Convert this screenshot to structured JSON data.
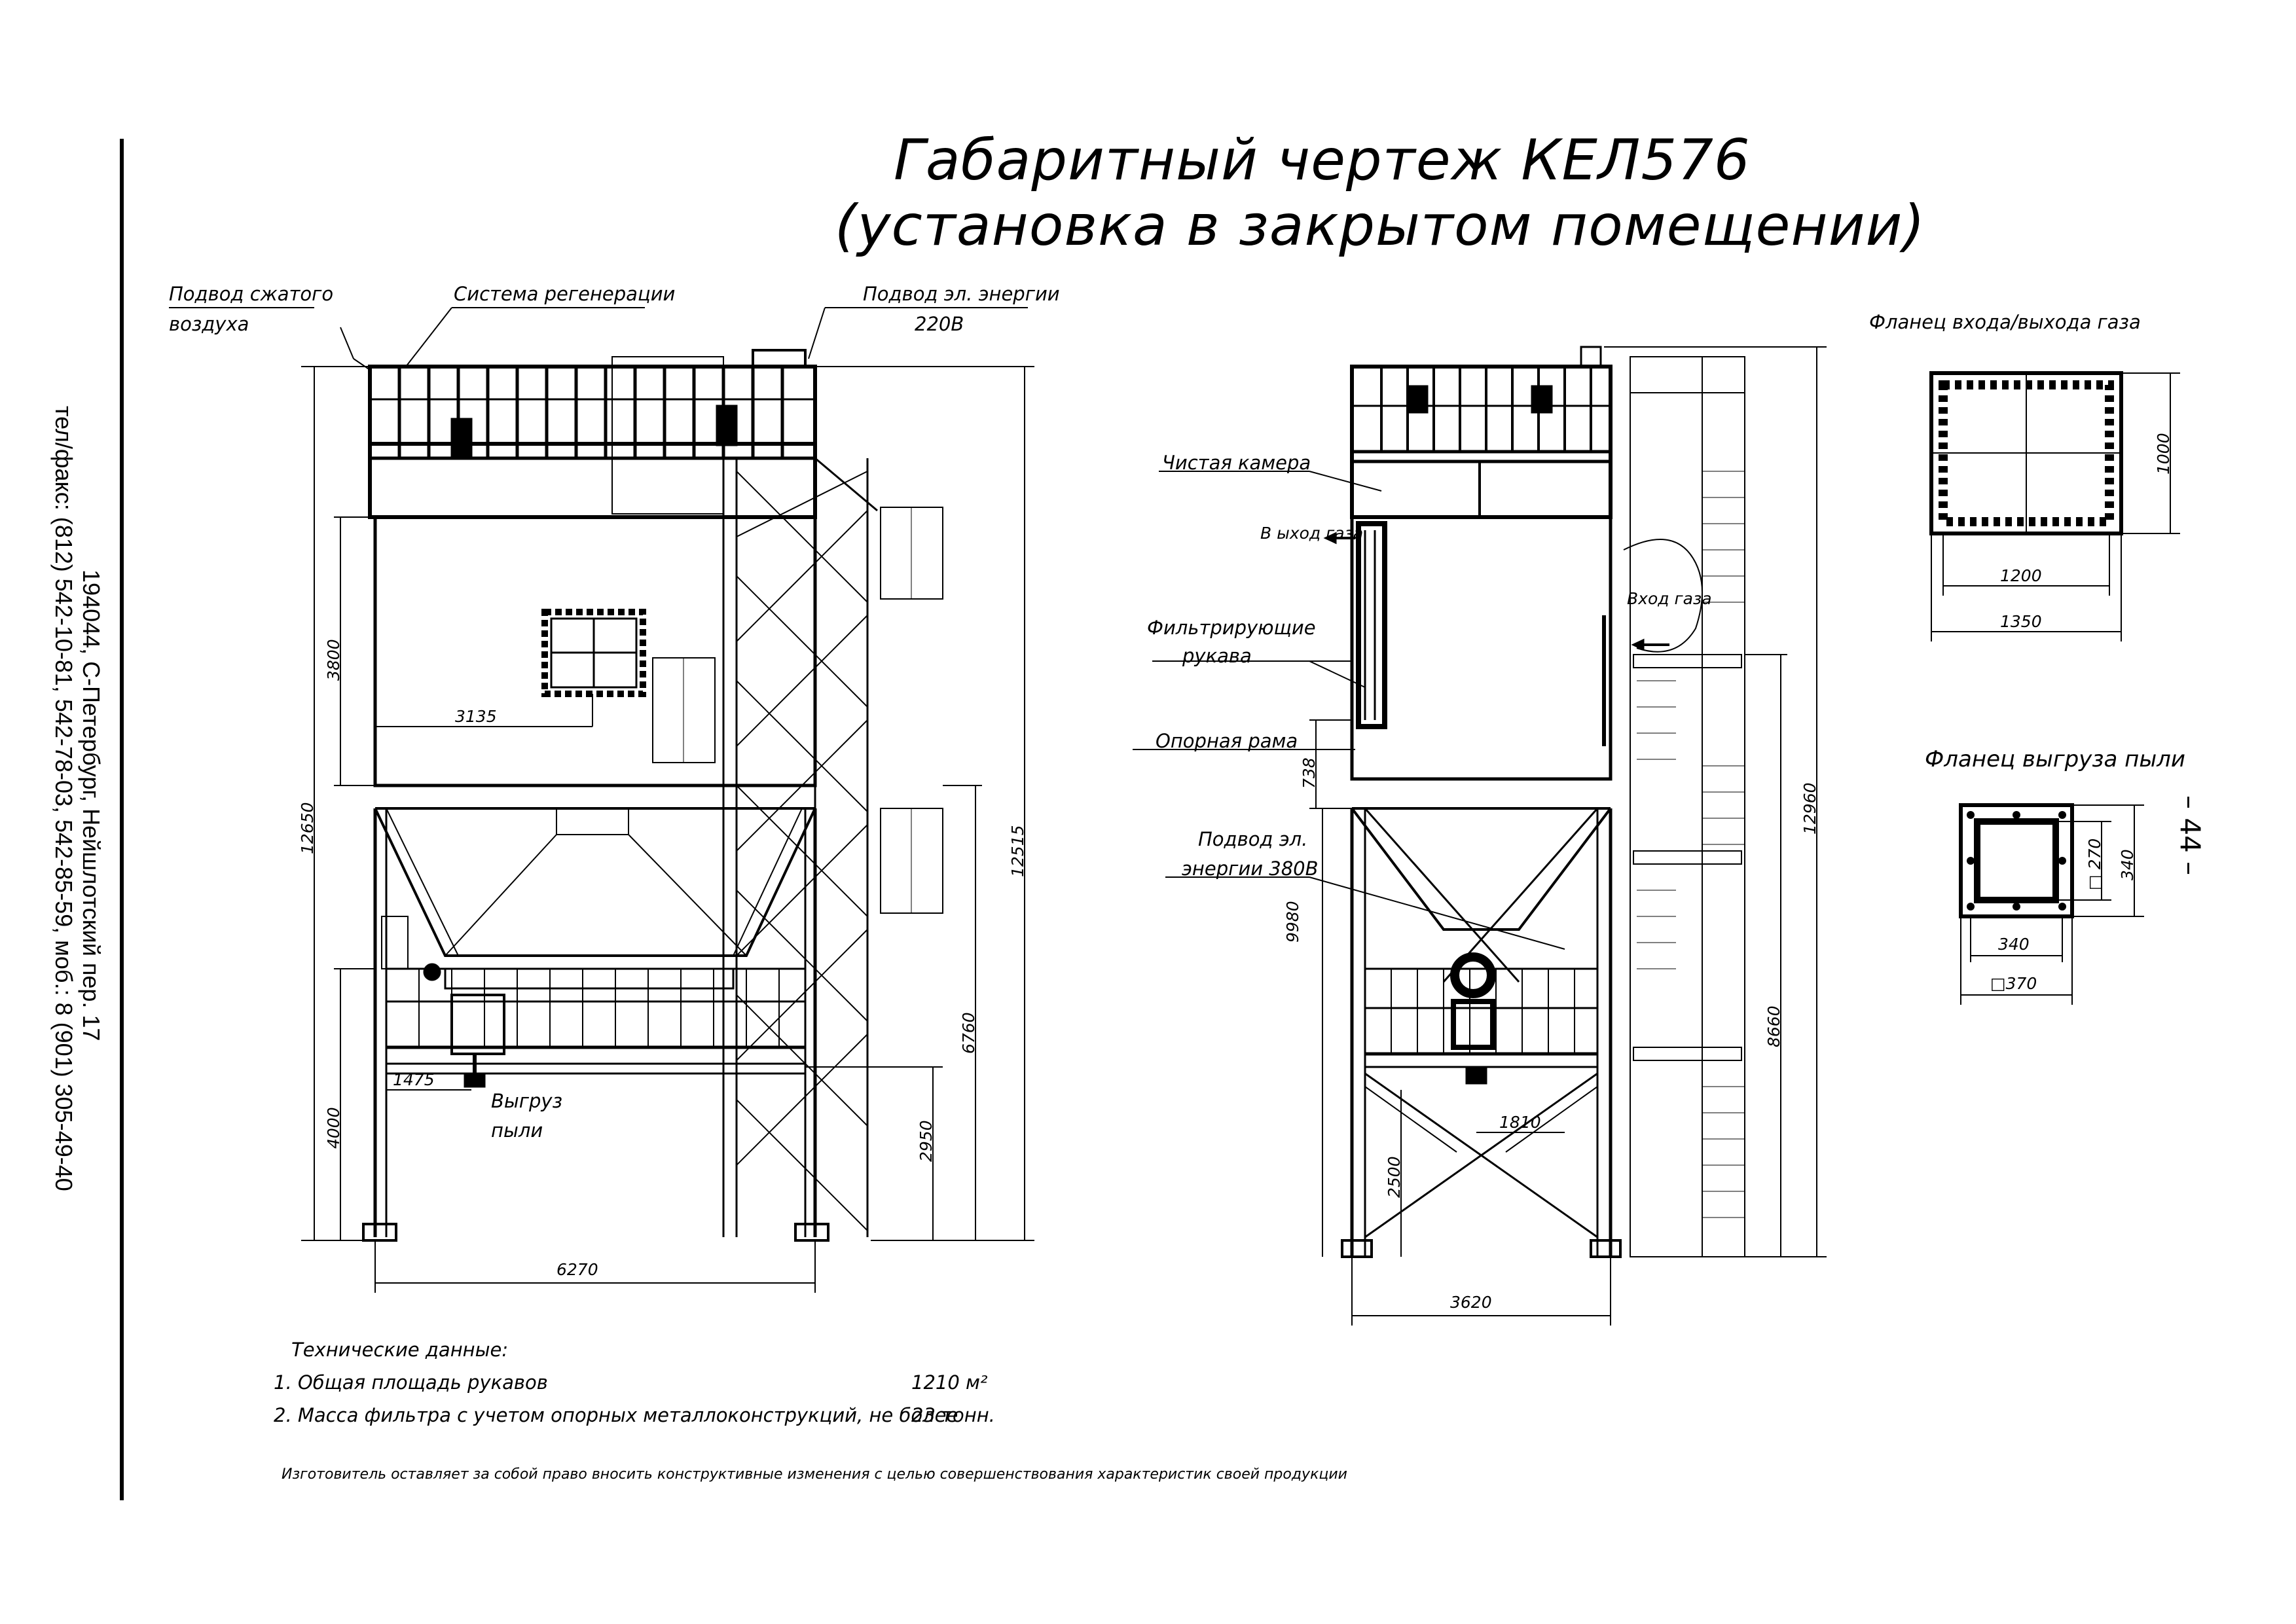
{
  "title": {
    "line1": "Габаритный чертеж КЕЛ576",
    "line2": "(установка в закрытом помещении)"
  },
  "contacts": {
    "address": "194044, С-Петербург, Нейшлотский пер. 17",
    "phones": "тел/факс: (812) 542-10-81, 542-78-03, 542-85-59, моб.: 8 (901) 305-49-40"
  },
  "page_number": "– 44 –",
  "front_view": {
    "labels": {
      "compressed_air": "Подвод сжатого",
      "compressed_air_2": "воздуха",
      "regeneration": "Система регенерации",
      "power": "Подвод эл. энергии",
      "power_voltage": "220В",
      "unload": "Выгруз",
      "unload_2": "пыли"
    },
    "dims": {
      "height_total": "12650",
      "height_right": "12515",
      "chamber_height": "3800",
      "hatch_offset": "3135",
      "leg_height": "4000",
      "platform_height": "6760",
      "platform_height_2": "2950",
      "unload_offset": "1475",
      "width": "6270"
    }
  },
  "side_view": {
    "labels": {
      "clean_chamber": "Чистая камера",
      "gas_outlet": "В ыход газа",
      "gas_inlet": "Вход газа",
      "filter_bags": "Фильтрирующие",
      "filter_bags_2": "рукава",
      "support_frame": "Опорная рама",
      "power380": "Подвод эл.",
      "power380_2": "энергии 380В"
    },
    "dims": {
      "frame": "738",
      "height_left": "9980",
      "height_total": "12960",
      "platform": "8660",
      "leg": "2500",
      "unload_offset": "1810",
      "width": "3620"
    }
  },
  "gas_flange": {
    "title": "Фланец входа/выхода газа",
    "h": "1000",
    "w_inner": "1200",
    "w_outer": "1350"
  },
  "dust_flange": {
    "title": "Фланец выгруза пыли",
    "h_inner": "□ 270",
    "h_outer": "340",
    "w_inner": "340",
    "w_outer": "□370"
  },
  "tech": {
    "heading": "Технические данные:",
    "row1_label": "1. Общая площадь рукавов",
    "row1_value": "1210 м²",
    "row2_label": "2. Масса фильтра с учетом опорных металлоконструкций, не более",
    "row2_value": "23 тонн."
  },
  "footer": "Изготовитель оставляет за собой право вносить конструктивные изменения с целью совершенствования характеристик своей продукции"
}
